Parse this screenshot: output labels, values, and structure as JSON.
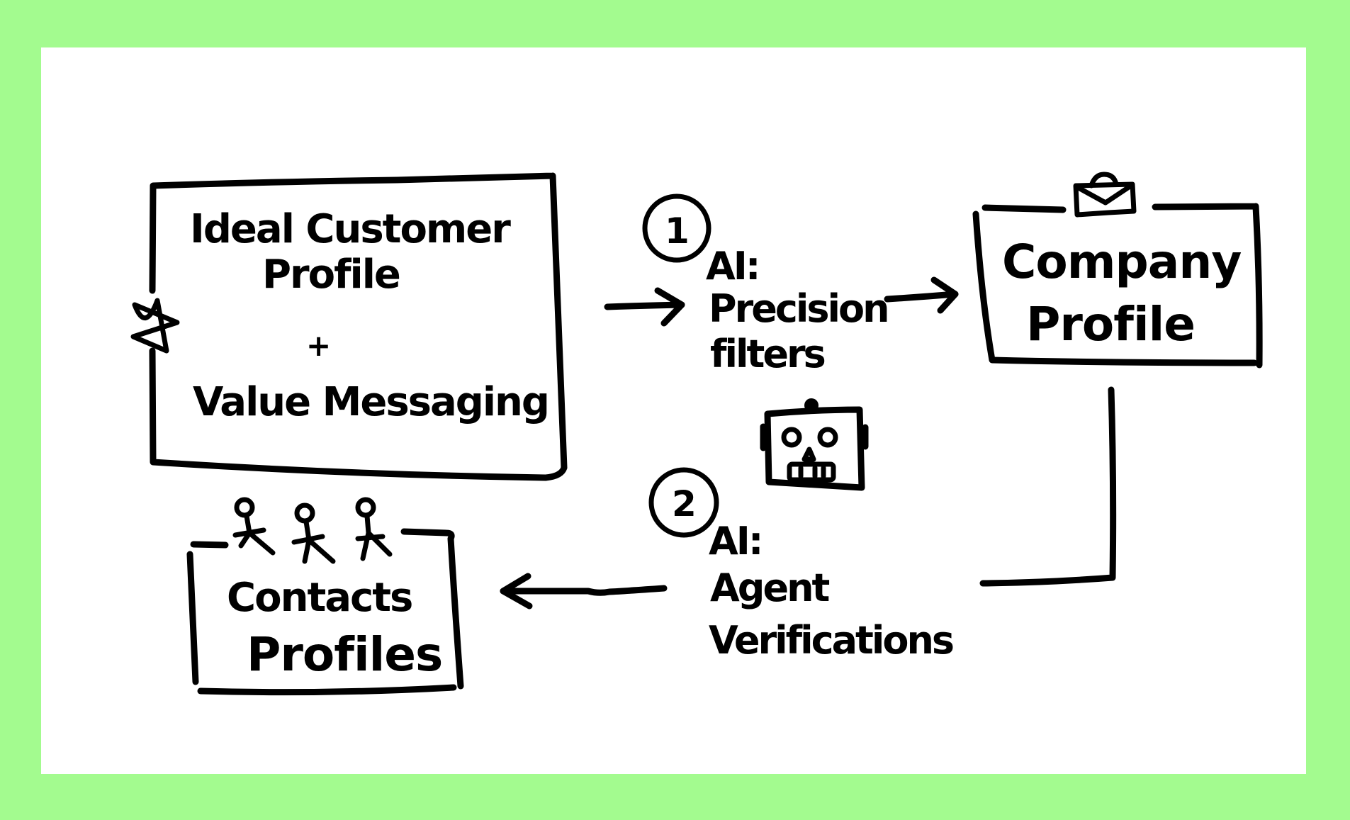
{
  "frame": {
    "border_color": "#a3fb8f",
    "canvas_color": "#ffffff",
    "ink_color": "#000000"
  },
  "nodes": {
    "icp": {
      "line1": "Ideal Customer",
      "line2": "Profile",
      "plus": "+",
      "line3": "Value Messaging",
      "marker_icon": "star-icon"
    },
    "company": {
      "line1": "Company",
      "line2": "Profile",
      "icon": "briefcase-icon"
    },
    "contacts": {
      "line1": "Contacts",
      "line2": "Profiles",
      "icon": "people-icon"
    }
  },
  "steps": [
    {
      "number": "1",
      "title": "AI:",
      "line1": "Precision",
      "line2": "filters"
    },
    {
      "number": "2",
      "title": "AI:",
      "line1": "Agent",
      "line2": "Verifications",
      "icon": "robot-icon"
    }
  ],
  "edges": [
    {
      "from": "icp",
      "to": "step-1"
    },
    {
      "from": "step-1",
      "to": "company"
    },
    {
      "from": "company",
      "to": "step-2"
    },
    {
      "from": "step-2",
      "to": "contacts"
    }
  ]
}
